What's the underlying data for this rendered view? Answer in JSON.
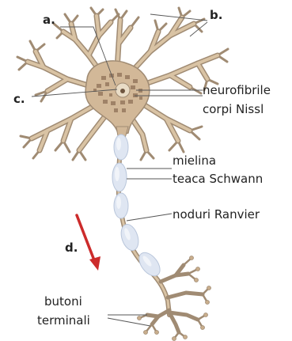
{
  "labels": {
    "a": "a.",
    "b": "b.",
    "c": "c.",
    "d": "d.",
    "neurofibrile": "neurofibrile",
    "corpi_nissl": "corpi Nissl",
    "mielina": "mielina",
    "teaca_schwann": "teaca Schwann",
    "noduri_ranvier": "noduri Ranvier",
    "butoni_line1": "butoni",
    "butoni_line2": "terminali"
  },
  "colors": {
    "cell_body": "#d2b898",
    "nucleus": "#e9dcc6",
    "nissl": "#8e7157",
    "myelin": "#dfe6f2",
    "arrow": "#cc2b2b",
    "text": "#222222"
  }
}
